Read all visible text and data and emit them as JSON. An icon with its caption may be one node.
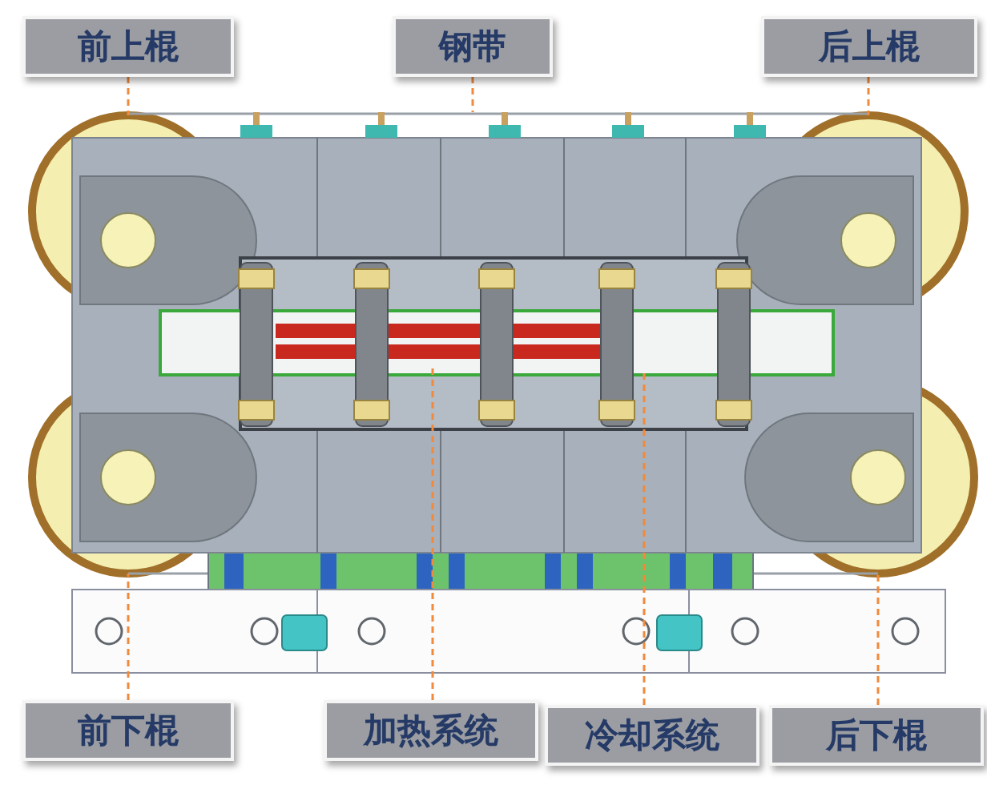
{
  "diagram": {
    "nodes": [
      {
        "text": [
          "前上棍"
        ]
      },
      {
        "text": [
          "钢带"
        ]
      },
      {
        "text": [
          "后上棍"
        ]
      },
      {
        "text": [
          "前下棍"
        ]
      },
      {
        "text": [
          "加热系统"
        ]
      },
      {
        "text": [
          "冷却系统"
        ]
      },
      {
        "text": [
          "后下棍"
        ]
      }
    ],
    "edges": [
      {
        "from": 0,
        "to": null,
        "arrow": "none",
        "style": "dashed"
      },
      {
        "from": 1,
        "to": null,
        "arrow": "none",
        "style": "dashed"
      },
      {
        "from": 2,
        "to": null,
        "arrow": "none",
        "style": "dashed"
      },
      {
        "from": 3,
        "to": null,
        "arrow": "none",
        "style": "dashed"
      },
      {
        "from": 4,
        "to": null,
        "arrow": "none",
        "style": "dashed"
      },
      {
        "from": 5,
        "to": null,
        "arrow": "none",
        "style": "dashed"
      },
      {
        "from": 6,
        "to": null,
        "arrow": "none",
        "style": "dashed"
      }
    ]
  }
}
